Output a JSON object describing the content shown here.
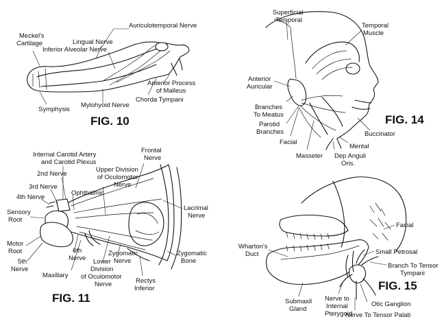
{
  "figures": {
    "fig10": {
      "caption": "FIG. 10",
      "labels": {
        "auriculotemporal": "Auriculotemporal Nerve",
        "meckels_1": "Meckel's",
        "meckels_2": "Cartilage",
        "lingual": "Lingual Nerve",
        "inferior_alveolar": "Inferior Alveolar Nerve",
        "anterior_process_1": "Anterior Process",
        "anterior_process_2": "of Malleus",
        "symphysis": "Symphysis",
        "mylohyoid": "Mylohyoid Nerve",
        "chorda_tympani": "Chorda Tympani"
      }
    },
    "fig14": {
      "caption": "FIG. 14",
      "labels": {
        "superficial_1": "Superficial",
        "superficial_2": "Temporal",
        "temporal_1": "Temporal",
        "temporal_2": "Muscle",
        "anterior_auricular_1": "Anterior",
        "anterior_auricular_2": "Auricular",
        "branches_meatus_1": "Branches",
        "branches_meatus_2": "To Meatus",
        "parotid_1": "Parotid",
        "parotid_2": "Branches",
        "facial": "Facial",
        "buccinator": "Buccinator",
        "mental": "Mental",
        "masseter": "Masseter",
        "dep_anguli_1": "Dep Anguli",
        "dep_anguli_2": "Oris."
      }
    },
    "fig11": {
      "caption": "FIG. 11",
      "labels": {
        "internal_carotid_1": "Internal Carotid Artery",
        "internal_carotid_2": "and Carotid Plexus",
        "frontal_1": "Frontal",
        "frontal_2": "Nerve",
        "upper_oculomotor_1": "Upper Division",
        "upper_oculomotor_2": "of Oculomotor",
        "upper_oculomotor_3": "Nerve",
        "second_nerve": "2nd Nerve",
        "third_nerve": "3rd Nerve",
        "fourth_nerve": "4th Nerve",
        "ophthalmic": "Ophthalmic",
        "sensory_1": "Sensory",
        "sensory_2": "Root",
        "lacrimal_1": "Lacrimal",
        "lacrimal_2": "Nerve",
        "motor_1": "Motor",
        "motor_2": "Root",
        "sixth_1": "6th",
        "sixth_2": "Nerve",
        "zygomatic_nerve_1": "Zygomatic",
        "zygomatic_nerve_2": "Nerve",
        "zygomatic_bone_1": "Zygomatic",
        "zygomatic_bone_2": "Bone",
        "fifth_1": "5th",
        "fifth_2": "Nerve",
        "lower_oculomotor_1": "Lower",
        "lower_oculomotor_2": "Division",
        "lower_oculomotor_3": "of Oculomotor",
        "lower_oculomotor_4": "Nerve",
        "maxillary": "Maxillary",
        "rectus_1": "Rectys",
        "rectus_2": "Inferior"
      }
    },
    "fig15": {
      "caption": "FIG. 15",
      "labels": {
        "facial": "Facial",
        "whartons_1": "Wharton's",
        "whartons_2": "Duct",
        "small_petrosal": "Small Petrosal",
        "branch_tensor_1": "Branch To Tensor",
        "branch_tensor_2": "Tympani",
        "submaxil_1": "Submaxil",
        "submaxil_2": "Gland",
        "nerve_pterygoid_1": "Nerve to",
        "nerve_pterygoid_2": "Internal",
        "nerve_pterygoid_3": "Pterygoid",
        "otic_ganglion": "Otic Ganglion",
        "tensor_palati": "Nerve To Tensor Palati"
      }
    }
  }
}
